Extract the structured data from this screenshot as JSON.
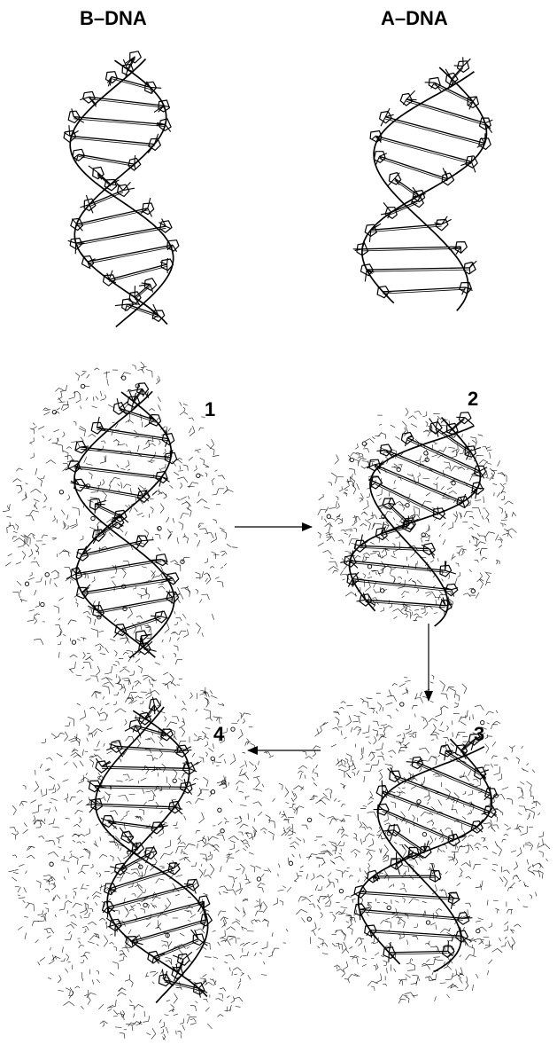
{
  "headers": {
    "b_dna": "B–DNA",
    "a_dna": "A–DNA"
  },
  "panels": [
    "1",
    "2",
    "3",
    "4"
  ],
  "colors": {
    "ink": "#000000",
    "background": "#ffffff"
  }
}
